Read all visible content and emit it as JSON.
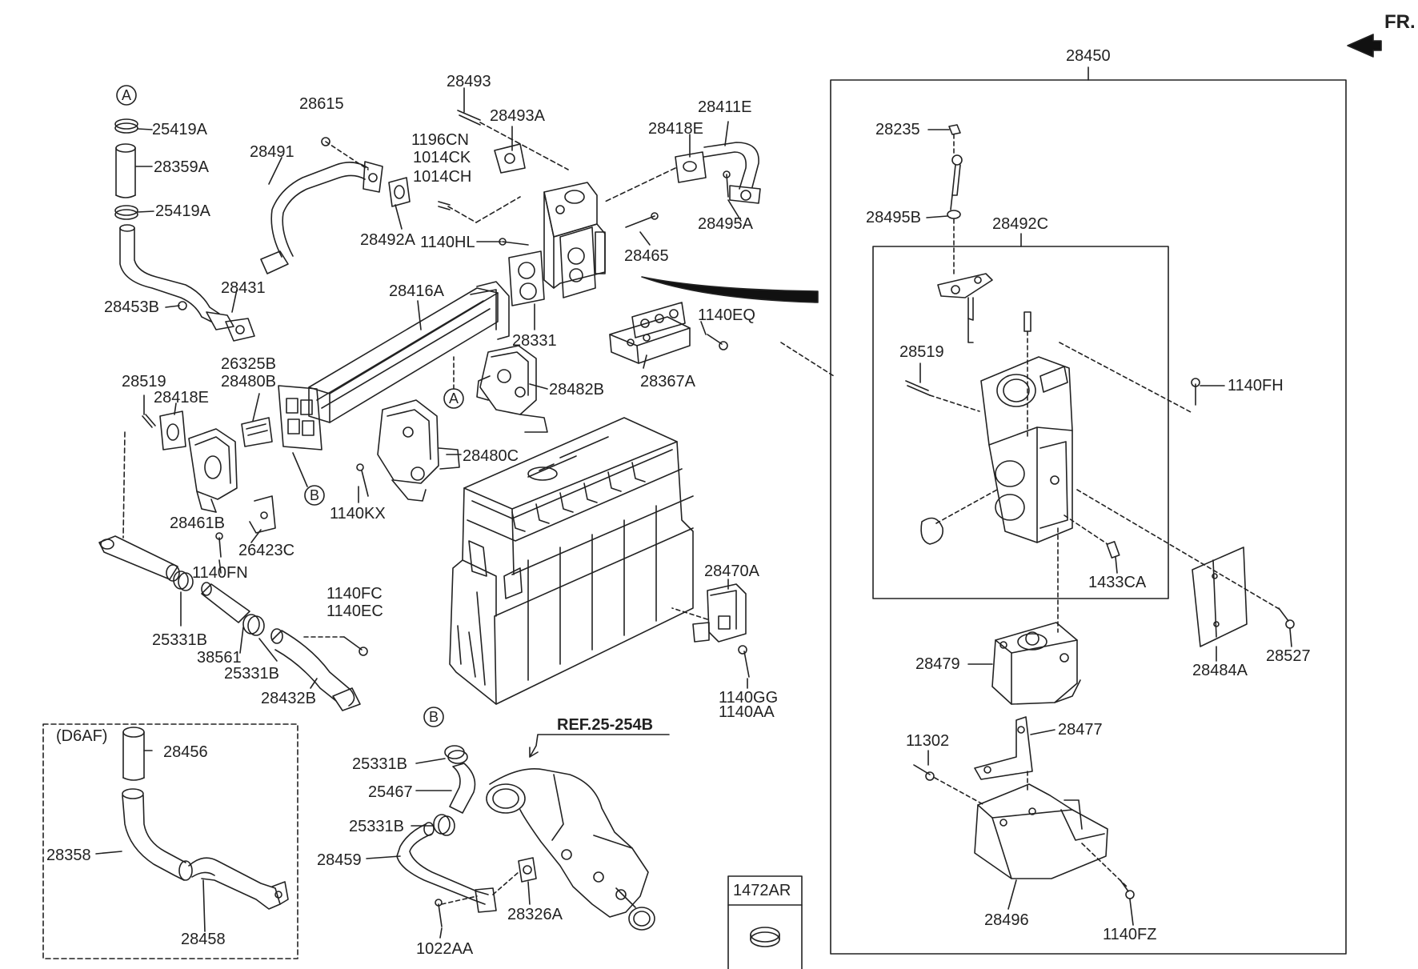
{
  "diagram": {
    "fr_label": "FR.",
    "main_box_label": "28450",
    "sub_box_label": "28492C",
    "variant_label": "(D6AF)",
    "ref_label": "REF.25-254B",
    "callout_a": "A",
    "callout_b": "B",
    "legend_part": "1472AR",
    "colors": {
      "line": "#222222",
      "background": "#ffffff"
    }
  },
  "parts": [
    {
      "id": "p-25419a-1",
      "label": "25419A"
    },
    {
      "id": "p-28359a",
      "label": "28359A"
    },
    {
      "id": "p-25419a-2",
      "label": "25419A"
    },
    {
      "id": "p-28453b",
      "label": "28453B"
    },
    {
      "id": "p-28615",
      "label": "28615"
    },
    {
      "id": "p-28491",
      "label": "28491"
    },
    {
      "id": "p-28431",
      "label": "28431"
    },
    {
      "id": "p-28493",
      "label": "28493"
    },
    {
      "id": "p-28493a",
      "label": "28493A"
    },
    {
      "id": "p-1196cn",
      "label": "1196CN"
    },
    {
      "id": "p-1014ck",
      "label": "1014CK"
    },
    {
      "id": "p-1014ch",
      "label": "1014CH"
    },
    {
      "id": "p-28492a",
      "label": "28492A"
    },
    {
      "id": "p-1140hl",
      "label": "1140HL"
    },
    {
      "id": "p-28418e-1",
      "label": "28418E"
    },
    {
      "id": "p-28411e",
      "label": "28411E"
    },
    {
      "id": "p-28495a",
      "label": "28495A"
    },
    {
      "id": "p-28465",
      "label": "28465"
    },
    {
      "id": "p-28416a",
      "label": "28416A"
    },
    {
      "id": "p-28331",
      "label": "28331"
    },
    {
      "id": "p-1140eq",
      "label": "1140EQ"
    },
    {
      "id": "p-28367a",
      "label": "28367A"
    },
    {
      "id": "p-26325b",
      "label": "26325B"
    },
    {
      "id": "p-28480b",
      "label": "28480B"
    },
    {
      "id": "p-28519-1",
      "label": "28519"
    },
    {
      "id": "p-28418e-2",
      "label": "28418E"
    },
    {
      "id": "p-28482b",
      "label": "28482B"
    },
    {
      "id": "p-28480c",
      "label": "28480C"
    },
    {
      "id": "p-28461b",
      "label": "28461B"
    },
    {
      "id": "p-26423c",
      "label": "26423C"
    },
    {
      "id": "p-1140kx",
      "label": "1140KX"
    },
    {
      "id": "p-1140fn",
      "label": "1140FN"
    },
    {
      "id": "p-28470a",
      "label": "28470A"
    },
    {
      "id": "p-1140fc",
      "label": "1140FC"
    },
    {
      "id": "p-1140ec",
      "label": "1140EC"
    },
    {
      "id": "p-25331b-1",
      "label": "25331B"
    },
    {
      "id": "p-38561",
      "label": "38561"
    },
    {
      "id": "p-25331b-2",
      "label": "25331B"
    },
    {
      "id": "p-28432b",
      "label": "28432B"
    },
    {
      "id": "p-1140gg",
      "label": "1140GG"
    },
    {
      "id": "p-1140aa",
      "label": "1140AA"
    },
    {
      "id": "p-28456",
      "label": "28456"
    },
    {
      "id": "p-28358",
      "label": "28358"
    },
    {
      "id": "p-28458",
      "label": "28458"
    },
    {
      "id": "p-25331b-3",
      "label": "25331B"
    },
    {
      "id": "p-25467",
      "label": "25467"
    },
    {
      "id": "p-25331b-4",
      "label": "25331B"
    },
    {
      "id": "p-28459",
      "label": "28459"
    },
    {
      "id": "p-28326a",
      "label": "28326A"
    },
    {
      "id": "p-1022aa",
      "label": "1022AA"
    },
    {
      "id": "p-28235",
      "label": "28235"
    },
    {
      "id": "p-28495b",
      "label": "28495B"
    },
    {
      "id": "p-28519-2",
      "label": "28519"
    },
    {
      "id": "p-1140fh",
      "label": "1140FH"
    },
    {
      "id": "p-1433ca",
      "label": "1433CA"
    },
    {
      "id": "p-28479",
      "label": "28479"
    },
    {
      "id": "p-28484a",
      "label": "28484A"
    },
    {
      "id": "p-28527",
      "label": "28527"
    },
    {
      "id": "p-28477",
      "label": "28477"
    },
    {
      "id": "p-11302",
      "label": "11302"
    },
    {
      "id": "p-28496",
      "label": "28496"
    },
    {
      "id": "p-1140fz",
      "label": "1140FZ"
    }
  ]
}
